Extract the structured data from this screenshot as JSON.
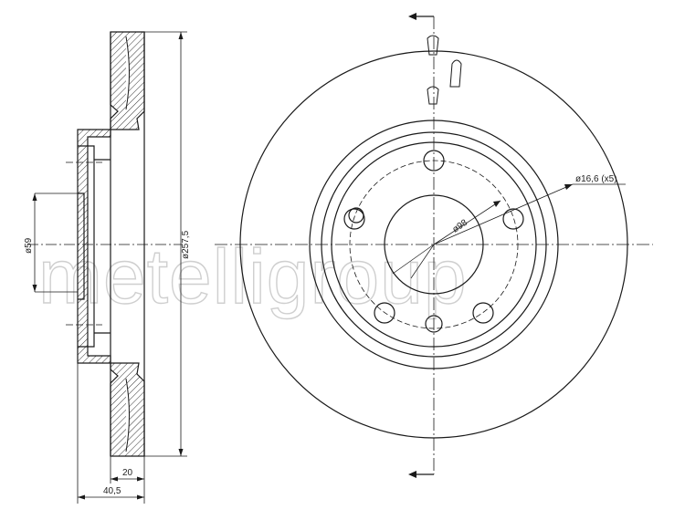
{
  "watermark": "metelligroup",
  "dimensions": {
    "hub_diameter": "ø59",
    "outer_diameter": "ø257,5",
    "disc_thickness": "20",
    "overall_height": "40,5",
    "pcd": "ø98",
    "bolt_holes": "ø16,6 (x5)"
  },
  "colors": {
    "line": "#1a1a1a",
    "hatch": "#333333",
    "watermark": "#cfcfcf"
  }
}
